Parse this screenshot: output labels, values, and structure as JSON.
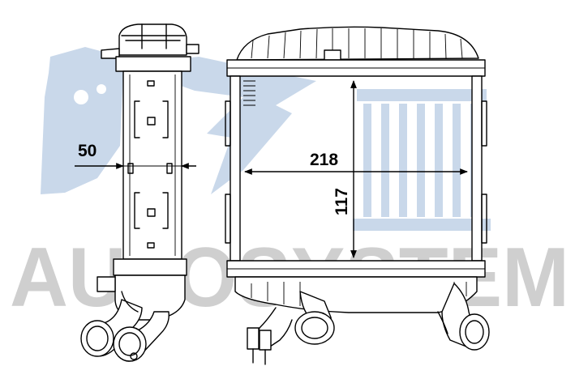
{
  "dimensions": {
    "depth": "50",
    "width": "218",
    "height": "117"
  },
  "watermark": {
    "text": "AUTOSYSTEM"
  },
  "colors": {
    "line": "#000000",
    "watermark_logo": "#c9d8ea",
    "watermark_text": "#cfcfcf",
    "background": "#ffffff"
  }
}
